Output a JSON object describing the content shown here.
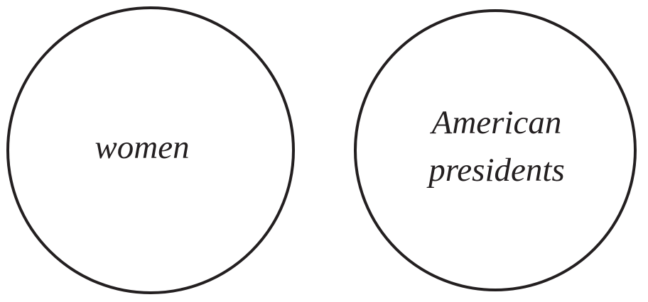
{
  "circles": [
    {
      "id": "women",
      "lines": [
        "women"
      ]
    },
    {
      "id": "american-presidents",
      "lines": [
        "American",
        "presidents"
      ]
    }
  ],
  "colors": {
    "stroke": "#231f20",
    "text": "#231f20",
    "background": "#ffffff"
  }
}
